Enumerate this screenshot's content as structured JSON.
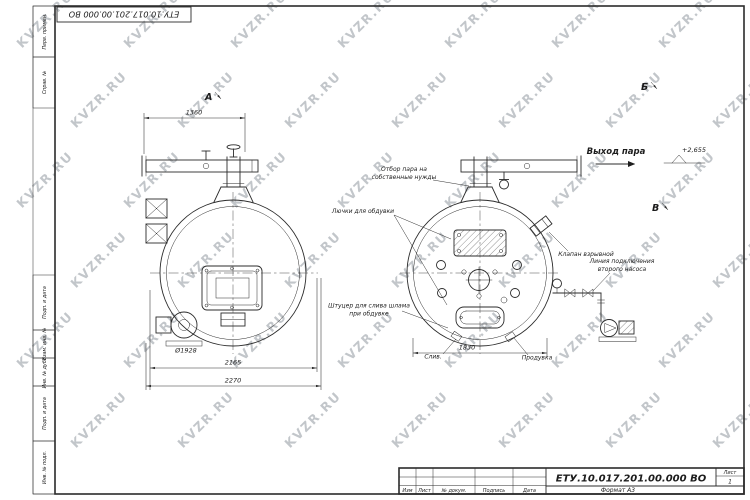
{
  "watermark": {
    "text": "KVZR.RU",
    "color": "#9aa1a8",
    "opacity": 0.6
  },
  "stamp_top": {
    "doc_number": "ЕТУ.10.017.201.00.000  ВО"
  },
  "margin_fields": [
    "Перв. примен.",
    "Справ. №",
    "Подп. и дата",
    "Взам. инв. №",
    "Инв. № дубл.",
    "Подп. и дата",
    "Инв. № подл."
  ],
  "view_labels": {
    "a": "А",
    "b": "Б",
    "v": "В"
  },
  "annotations": {
    "steam_outlet": "Выход пара",
    "elevation": "+2,655",
    "steam_own_needs_1": "Отбор пара на",
    "steam_own_needs_2": "собственные нужды",
    "blow_hatches": "Лючки для обдувки",
    "explosion_valve": "Клапан взрывной",
    "second_pump_line_1": "Линия подключения",
    "second_pump_line_2": "второго насоса",
    "sludge_fitting_1": "Штуцер для слива шлама",
    "sludge_fitting_2": "при обдувке",
    "drain": "Слив.",
    "blowdown": "Продувка"
  },
  "dimensions": {
    "pipe_span": "1360",
    "diameter": "Ø1928",
    "width_mid": "2165",
    "width_total": "2270",
    "view_b_width": "1830"
  },
  "title_block": {
    "doc_number": "ЕТУ.10.017.201.00.000  ВО",
    "headers": [
      "Изм",
      "Лист",
      "№ докум.",
      "Подпись",
      "Дата"
    ],
    "sheet_label": "Лист",
    "sheet_value": "1",
    "format": "Формат А3"
  }
}
